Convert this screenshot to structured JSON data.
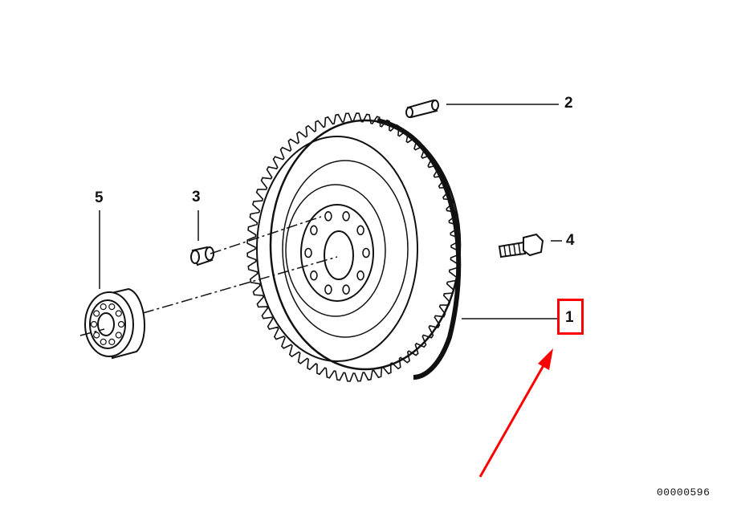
{
  "callouts": {
    "part1": "1",
    "part2": "2",
    "part3": "3",
    "part4": "4",
    "part5": "5"
  },
  "drawing_id": "00000596",
  "highlight": {
    "box_color": "#ff0000",
    "arrow_color": "#ff0000",
    "target_part": "1"
  },
  "colors": {
    "line": "#111111",
    "background": "#ffffff"
  }
}
